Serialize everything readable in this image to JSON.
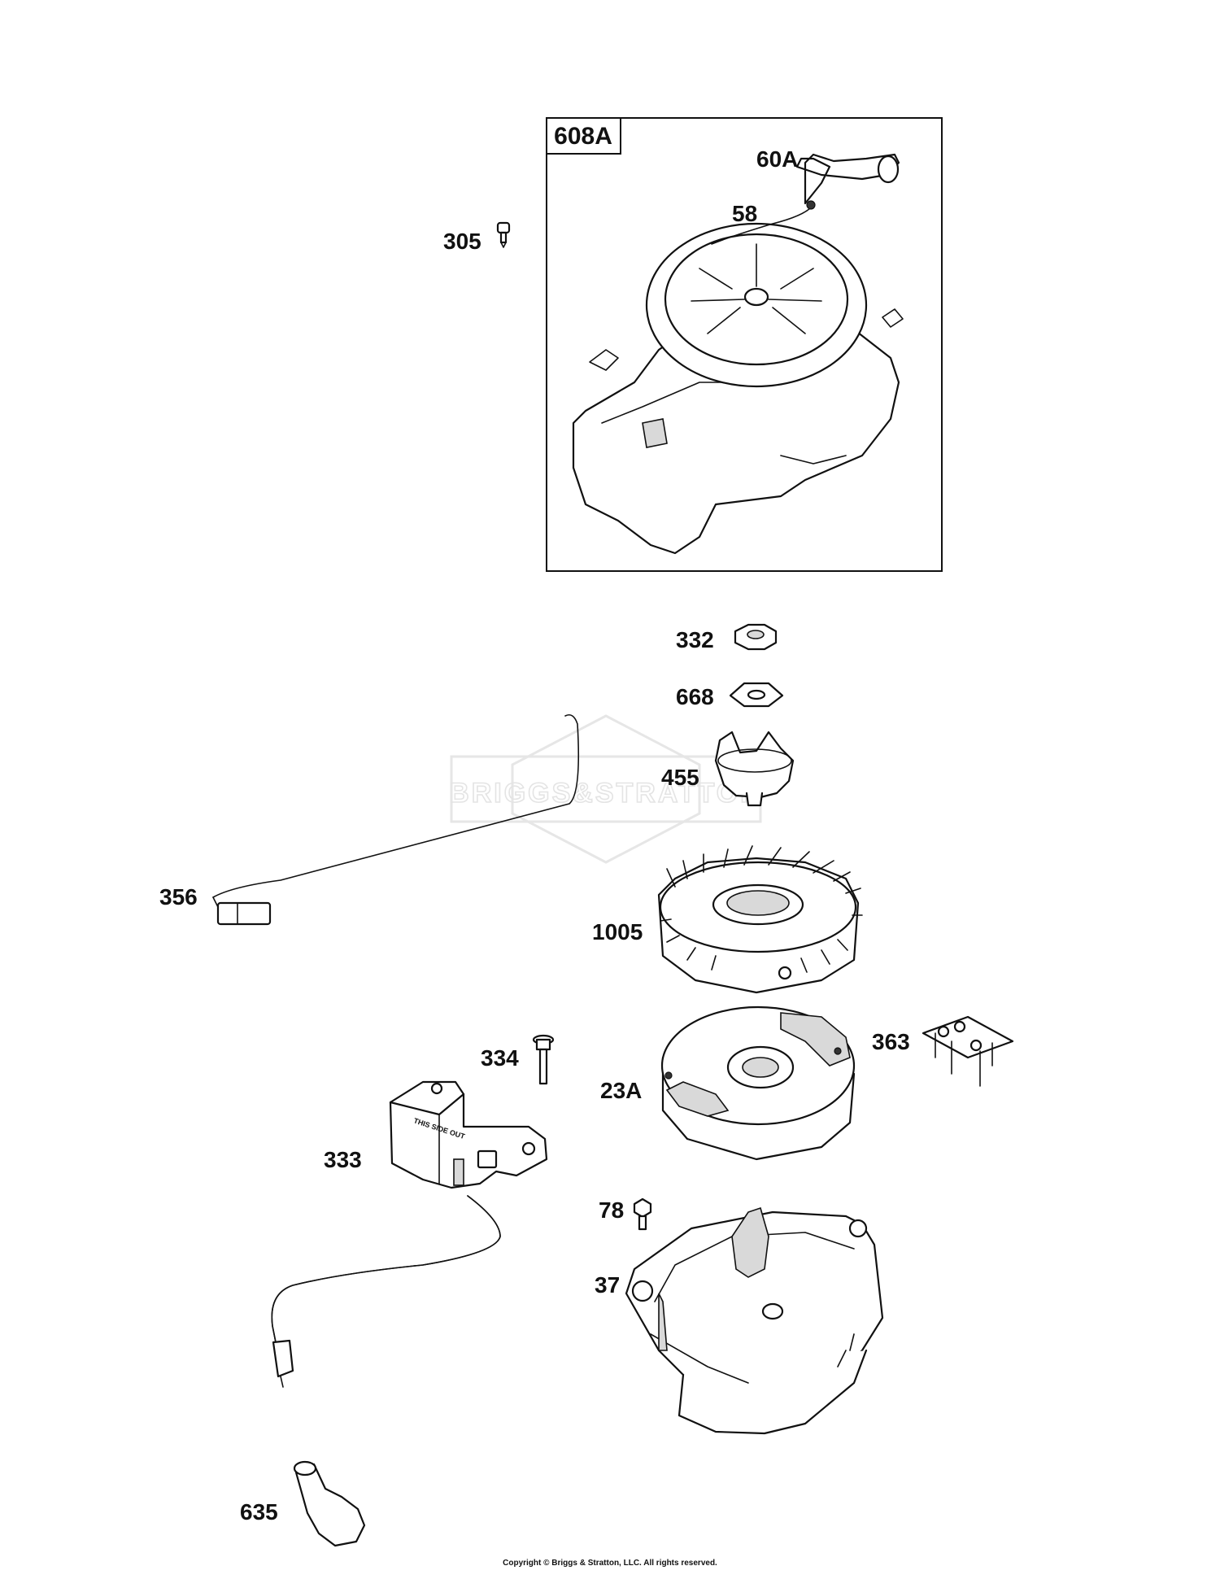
{
  "kit_box": {
    "label": "608A"
  },
  "watermark": {
    "text": "BRIGGS&STRATTON"
  },
  "callouts": [
    {
      "id": "60A",
      "text": "60A"
    },
    {
      "id": "58",
      "text": "58"
    },
    {
      "id": "305",
      "text": "305"
    },
    {
      "id": "332",
      "text": "332"
    },
    {
      "id": "668",
      "text": "668"
    },
    {
      "id": "455",
      "text": "455"
    },
    {
      "id": "356",
      "text": "356"
    },
    {
      "id": "1005",
      "text": "1005"
    },
    {
      "id": "363",
      "text": "363"
    },
    {
      "id": "334",
      "text": "334"
    },
    {
      "id": "23A",
      "text": "23A"
    },
    {
      "id": "333",
      "text": "333"
    },
    {
      "id": "78",
      "text": "78"
    },
    {
      "id": "37",
      "text": "37"
    },
    {
      "id": "635",
      "text": "635"
    }
  ],
  "part_markings": {
    "coil": "THIS SIDE OUT"
  },
  "copyright": "Copyright © Briggs & Stratton, LLC. All rights reserved."
}
